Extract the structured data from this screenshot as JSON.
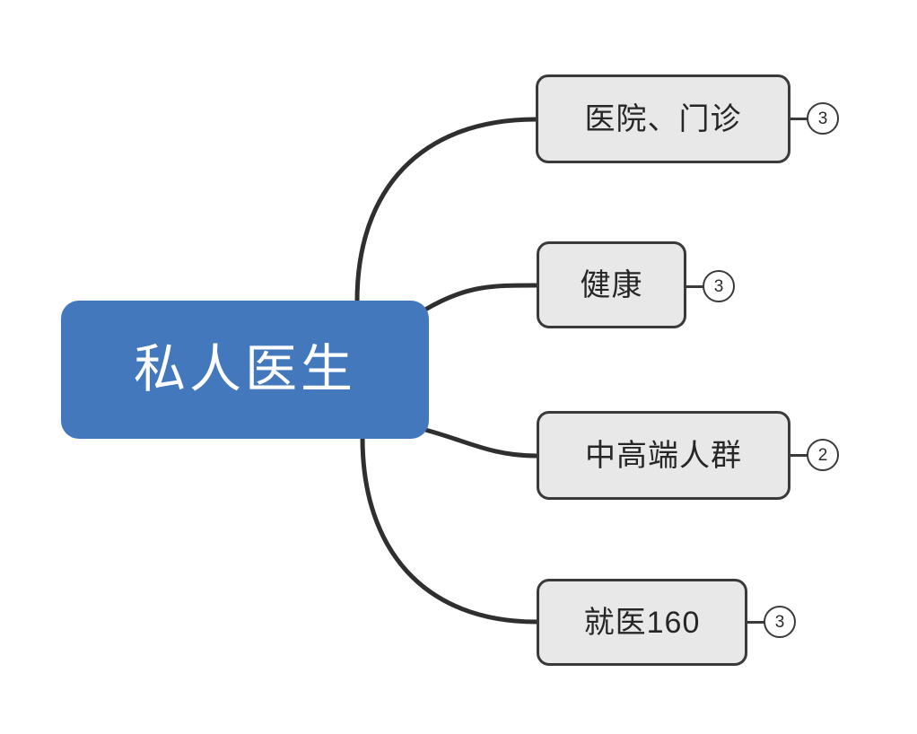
{
  "diagram": {
    "type": "mind-map",
    "orientation": "left-to-right",
    "background_color": "#ffffff",
    "root": {
      "label": "私人医生",
      "fill_color": "#4478bc",
      "text_color": "#ffffff"
    },
    "node_style": {
      "fill_color": "#e8e8e8",
      "border_color": "#3a3a3a",
      "text_color": "#262626",
      "connector_color": "#2f2f2f"
    },
    "branches": [
      {
        "label": "医院、门诊",
        "badge": "3"
      },
      {
        "label": "健康",
        "badge": "3"
      },
      {
        "label": "中高端人群",
        "badge": "2"
      },
      {
        "label": "就医160",
        "badge": "3"
      }
    ]
  }
}
